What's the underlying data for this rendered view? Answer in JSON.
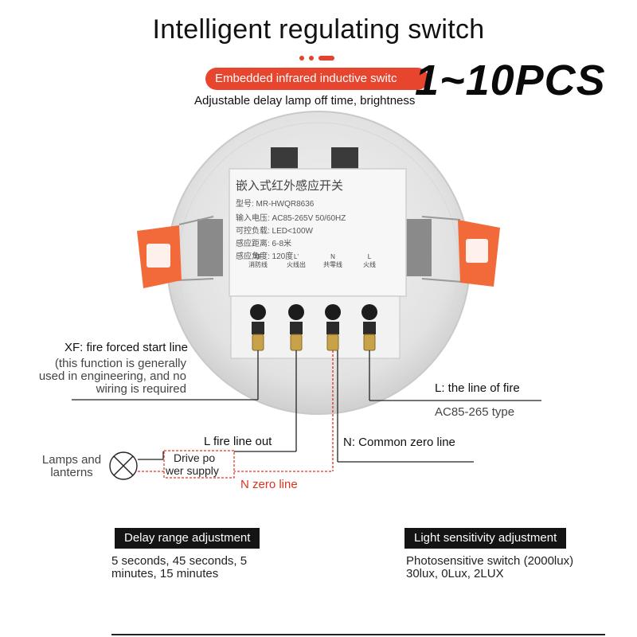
{
  "header": {
    "title": "Intelligent regulating switch",
    "banner": "Embedded infrared inductive switc",
    "promo": "1~10PCS",
    "subtitle": "Adjustable delay lamp off time, brightness"
  },
  "device_label": {
    "heading": "嵌入式红外感应开关",
    "model": "型号: MR-HWQR8636",
    "input_voltage": "输入电压: AC85-265V 50/60HZ",
    "load": "可控负载: LED<100W",
    "distance": "感应距离: 6-8米",
    "angle": "感应角度: 120度",
    "terminals": [
      {
        "code": "XF",
        "name": "消防线"
      },
      {
        "code": "L'",
        "name": "火线出"
      },
      {
        "code": "N",
        "name": "共零线"
      },
      {
        "code": "L",
        "name": "火线"
      }
    ]
  },
  "wiring": {
    "xf_label": "XF: fire forced start line",
    "xf_note": [
      "(this function is generally",
      "used in engineering, and no",
      "wiring is required"
    ],
    "l_label": "L: the line of fire",
    "l_note": "AC85-265 type",
    "l_out_label": "L fire line out",
    "n_common_label": "N: Common zero line",
    "lamps_label": [
      "Lamps and",
      "lanterns"
    ],
    "drive_label": [
      "Drive po",
      "wer supply"
    ],
    "n_zero_label": "N zero line"
  },
  "features": {
    "delay": {
      "title": "Delay range adjustment",
      "text": [
        "5 seconds, 45 seconds, 5",
        "minutes, 15 minutes"
      ]
    },
    "light": {
      "title": "Light sensitivity adjustment",
      "text": [
        "Photosensitive switch (2000lux)",
        "30lux, 0Lux, 2LUX"
      ]
    }
  },
  "colors": {
    "accent": "#e8452e",
    "clip": "#f26a3a",
    "red_wire": "#e03020"
  }
}
